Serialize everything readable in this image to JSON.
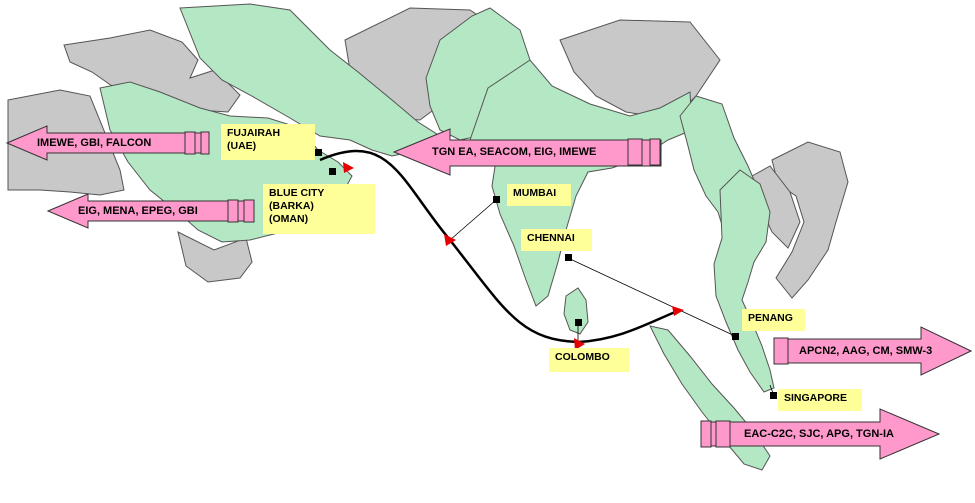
{
  "map": {
    "colors": {
      "land_highlight": "#b4e8c4",
      "land_other": "#c8c8c8",
      "outline": "#555555",
      "label_bg": "#ffff99",
      "arrow_fill": "#ff99cc",
      "arrow_stroke": "#333333",
      "route": "#000000",
      "marker": "#e60000"
    },
    "landing_points": {
      "fujairah": "FUJAIRAH\n(UAE)",
      "blue_city": "BLUE CITY\n(BARKA)\n(OMAN)",
      "mumbai": "MUMBAI",
      "chennai": "CHENNAI",
      "colombo": "COLOMBO",
      "penang": "PENANG",
      "singapore": "SINGAPORE"
    },
    "arrows": {
      "imewe_gbi_falcon": "IMEWE, GBI, FALCON",
      "eig_mena_epeg_gbi": "EIG, MENA, EPEG, GBI",
      "tgn_ea_seacom": "TGN EA, SEACOM, EIG, IMEWE",
      "apcn2_aag": "APCN2, AAG, CM, SMW-3",
      "eac_c2c": "EAC-C2C, SJC, APG, TGN-IA"
    }
  }
}
